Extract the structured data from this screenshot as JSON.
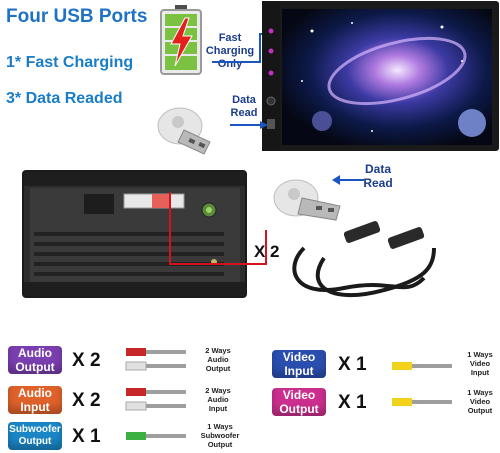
{
  "headlines": {
    "title": "Four USB Ports",
    "fast_charging": "1* Fast Charging",
    "data_readed": "3* Data Readed"
  },
  "callouts": {
    "fast_charging_only": [
      "Fast",
      "Charging",
      "Only"
    ],
    "data_read_top": [
      "Data",
      "Read"
    ],
    "data_read_right": [
      "Data",
      "Read"
    ],
    "x2": "X 2"
  },
  "outputs": [
    {
      "label": [
        "Audio",
        "Output"
      ],
      "count": "X 2",
      "desc": [
        "2 Ways",
        "Audio",
        "Output"
      ],
      "color": "#7a3fb0"
    },
    {
      "label": [
        "Audio",
        "Input"
      ],
      "count": "X 2",
      "desc": [
        "2 Ways",
        "Audio",
        "Input"
      ],
      "color": "#e0622b"
    },
    {
      "label": [
        "Subwoofer",
        "Output"
      ],
      "count": "X 1",
      "desc": [
        "1 Ways",
        "Subwoofer",
        "Output"
      ],
      "color": "#1b86c6"
    },
    {
      "label": [
        "Video",
        "Input"
      ],
      "count": "X 1",
      "desc": [
        "1 Ways",
        "Video",
        "Input"
      ],
      "color": "#2a4fb0"
    },
    {
      "label": [
        "Video",
        "Output"
      ],
      "count": "X 1",
      "desc": [
        "1 Ways",
        "Video",
        "Output"
      ],
      "color": "#cc2f8f"
    }
  ],
  "colors": {
    "headline_blue": "#1a7dc9",
    "arrow_blue": "#1b55c0",
    "red_wire": "#d4141a",
    "battery_green": "#7bc242"
  }
}
